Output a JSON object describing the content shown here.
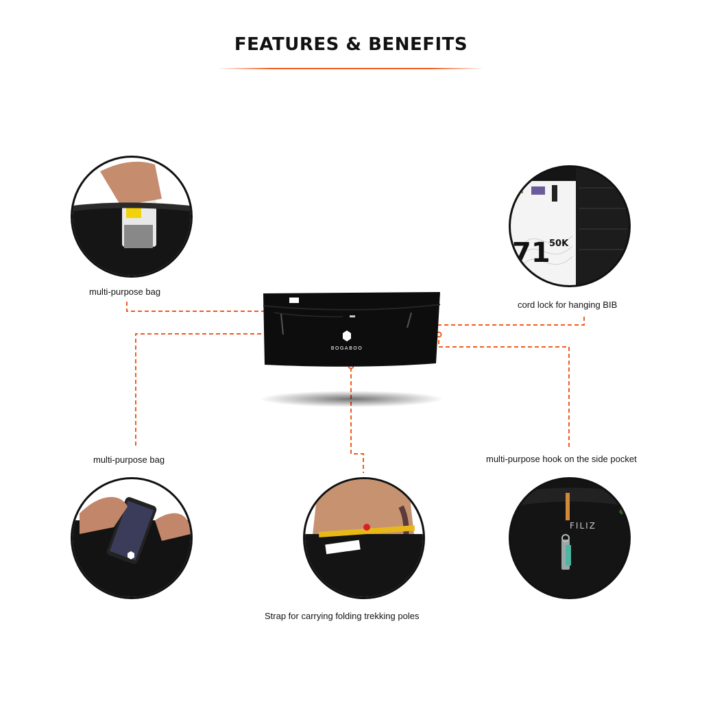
{
  "header": {
    "title": "FEATURES & BENEFITS"
  },
  "product": {
    "brand": "BOGABOO"
  },
  "features": [
    {
      "id": "top-left",
      "caption": "multi-purpose bag"
    },
    {
      "id": "top-right",
      "caption": "cord lock for hanging BIB"
    },
    {
      "id": "mid-left",
      "caption": "multi-purpose bag"
    },
    {
      "id": "mid-right",
      "caption": "multi-purpose hook on the side pocket"
    },
    {
      "id": "bottom-center",
      "caption": "Strap for carrying folding trekking poles"
    }
  ],
  "bib": {
    "number": "71",
    "distance": "50K"
  },
  "side_label": "FILIZ",
  "colors": {
    "accent": "#f05a1e",
    "text": "#111111",
    "product": "#0d0d0d"
  }
}
